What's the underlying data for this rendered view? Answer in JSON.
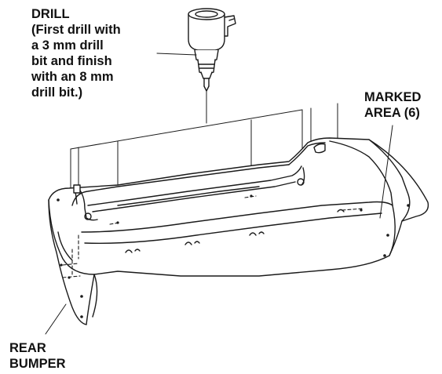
{
  "labels": {
    "drill": "DRILL\n(First drill with\na 3 mm drill\nbit and finish\nwith an 8 mm\ndrill bit.)",
    "marked_area": "MARKED\nAREA (6)",
    "rear_bumper": "REAR\nBUMPER"
  },
  "colors": {
    "line": "#1a1a1a",
    "fill": "#ffffff"
  }
}
